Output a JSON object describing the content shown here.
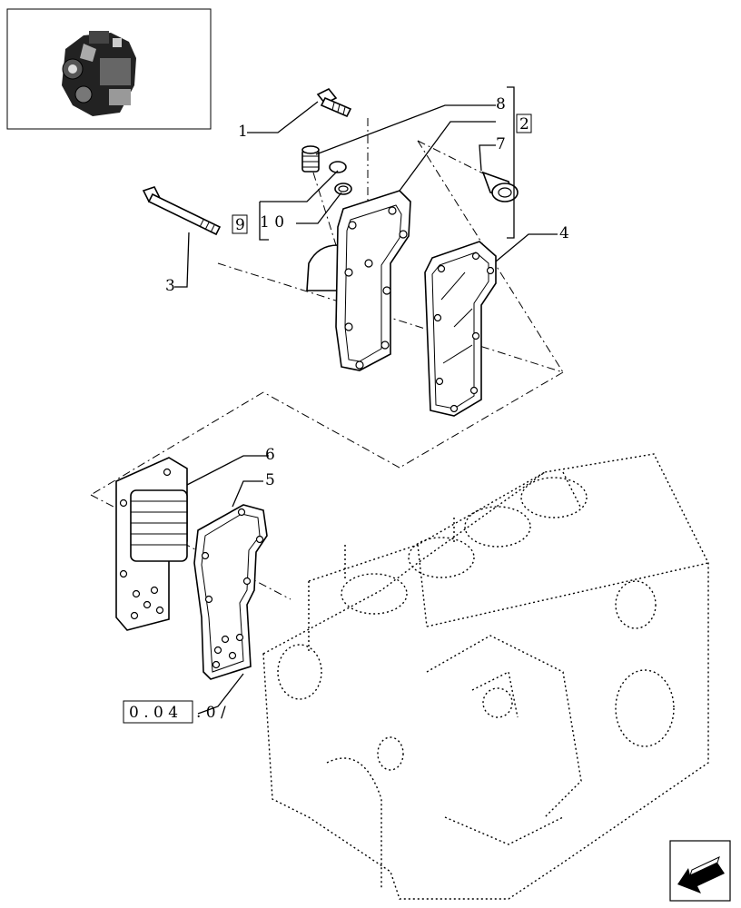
{
  "callouts": [
    {
      "id": "1",
      "text": "1"
    },
    {
      "id": "2",
      "text": "2"
    },
    {
      "id": "3",
      "text": "3"
    },
    {
      "id": "4",
      "text": "4"
    },
    {
      "id": "5",
      "text": "5"
    },
    {
      "id": "6",
      "text": "6"
    },
    {
      "id": "7",
      "text": "7"
    },
    {
      "id": "8",
      "text": "8"
    },
    {
      "id": "9",
      "text": "9"
    },
    {
      "id": "10",
      "text": "1 0"
    }
  ],
  "reference": {
    "boxed": "0 . 0 4",
    "rest": ". 0 /"
  },
  "icons": {
    "thumbnail": "engine-thumbnail-icon",
    "nav": "arrow-left-nav-icon"
  }
}
